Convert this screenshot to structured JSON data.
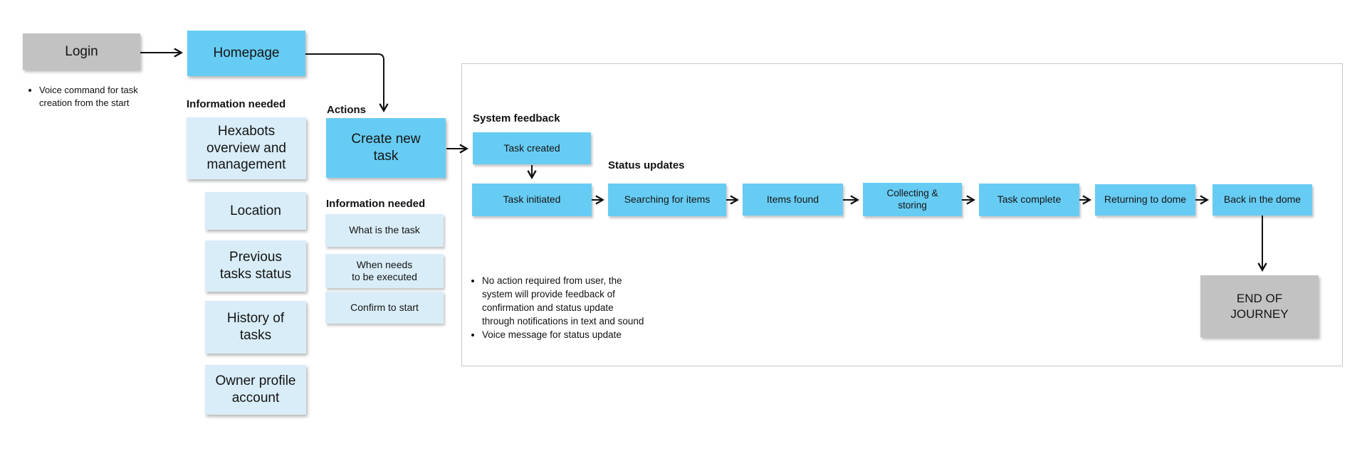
{
  "colors": {
    "node_blue": "#67CCF3",
    "node_light_blue": "#D9EDF8",
    "node_gray": "#C2C2C2",
    "frame_border": "#C8C8C8",
    "arrow": "#111111",
    "text": "#141414"
  },
  "login": {
    "label": "Login",
    "note": "Voice command for task creation from the start"
  },
  "homepage": {
    "label": "Homepage"
  },
  "left_column": {
    "title": "Information needed",
    "items": [
      "Hexabots overview and management",
      "Location",
      "Previous tasks status",
      "History of tasks",
      "Owner profile account"
    ]
  },
  "actions": {
    "title": "Actions",
    "button": "Create new task"
  },
  "task_info": {
    "title": "Information needed",
    "items": [
      "What is the task",
      "When needs to be executed",
      "Confirm to start"
    ]
  },
  "feedback_panel": {
    "system_feedback_title": "System feedback",
    "task_created": "Task created",
    "status_updates_title": "Status updates",
    "statuses": [
      "Task initiated",
      "Searching for items",
      "Items found",
      "Collecting & storing",
      "Task complete",
      "Returning to dome",
      "Back in the dome"
    ],
    "end_of_journey": "END OF JOURNEY",
    "notes": [
      "No action required from user, the system will provide feedback of confirmation and status update through notifications in text and sound",
      "Voice message for status update"
    ]
  }
}
